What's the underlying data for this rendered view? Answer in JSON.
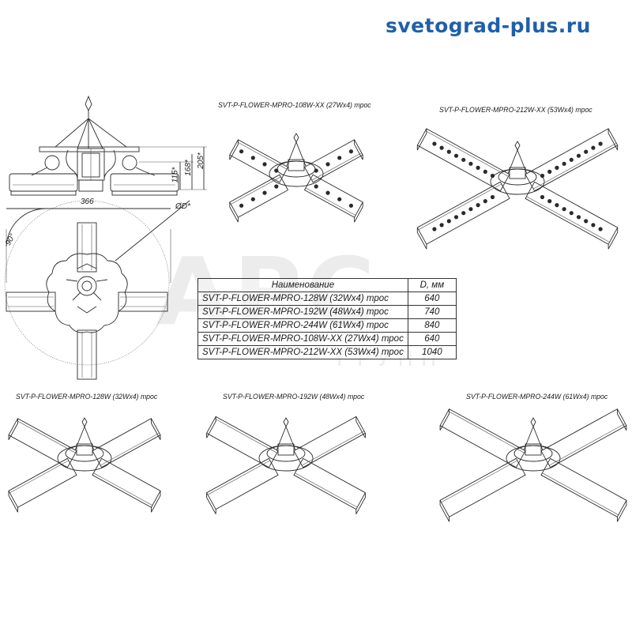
{
  "site": {
    "url": "svetograd-plus.ru",
    "color": "#1f5fa8"
  },
  "watermark": {
    "main": "APC",
    "sub": "ГРУПП"
  },
  "models": {
    "m108": "SVT-P-FLOWER-MPRO-108W-XX (27Wx4) трос",
    "m212": "SVT-P-FLOWER-MPRO-212W-XX (53Wx4) трос",
    "m128": "SVT-P-FLOWER-MPRO-128W (32Wx4) трос",
    "m192": "SVT-P-FLOWER-MPRO-192W (48Wx4) трос",
    "m244": "SVT-P-FLOWER-MPRO-244W (61Wx4) трос"
  },
  "dimensions": {
    "width": "366",
    "diameter": "ØD*",
    "angle": "90°",
    "h1": "115*",
    "h2": "168*",
    "h3": "205*"
  },
  "table": {
    "headers": [
      "Наименование",
      "D, мм"
    ],
    "rows": [
      [
        "SVT-P-FLOWER-MPRO-128W (32Wx4) трос",
        "640"
      ],
      [
        "SVT-P-FLOWER-MPRO-192W (48Wx4) трос",
        "740"
      ],
      [
        "SVT-P-FLOWER-MPRO-244W (61Wx4) трос",
        "840"
      ],
      [
        "SVT-P-FLOWER-MPRO-108W-XX (27Wx4) трос",
        "640"
      ],
      [
        "SVT-P-FLOWER-MPRO-212W-XX (53Wx4) трос",
        "1040"
      ]
    ]
  }
}
